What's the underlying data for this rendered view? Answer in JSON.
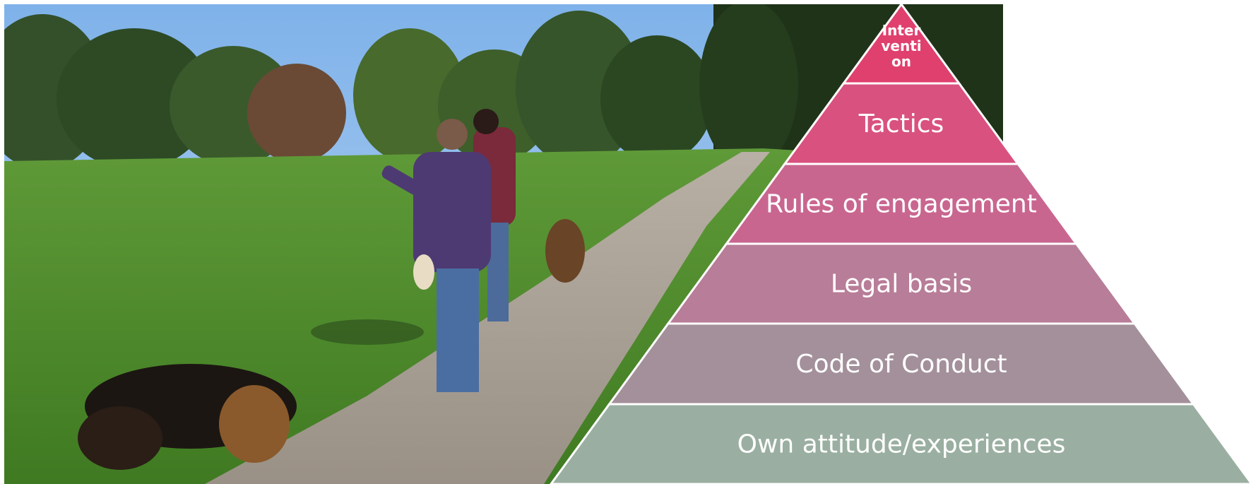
{
  "photo": {
    "content": "people-and-dogs-walking-on-gravel-path"
  },
  "pyramid": {
    "tiers": [
      {
        "label_lines": [
          "Inter",
          "venti",
          "on"
        ],
        "color": "#e0406e"
      },
      {
        "label": "Tactics",
        "color": "#d9517e"
      },
      {
        "label": "Rules of engagement",
        "color": "#c96690"
      },
      {
        "label": "Legal basis",
        "color": "#b87d98"
      },
      {
        "label": "Code of Conduct",
        "color": "#a3909a"
      },
      {
        "label": "Own attitude/experiences",
        "color": "#9aafa1"
      }
    ]
  }
}
